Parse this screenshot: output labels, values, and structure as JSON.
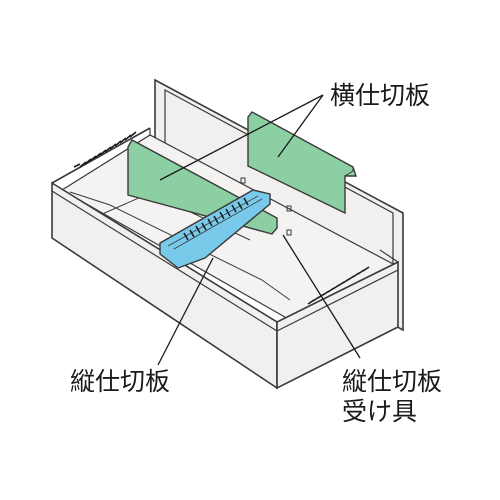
{
  "labels": {
    "horizontal_divider": "横仕切板",
    "vertical_divider": "縦仕切板",
    "vertical_divider_holder_line1": "縦仕切板",
    "vertical_divider_holder_line2": "受け具"
  },
  "colors": {
    "outline": "#3a3a3a",
    "drawer_face": "#f2f0ef",
    "drawer_inside": "#f5f3f2",
    "horizontal_divider_fill": "#8ccfa2",
    "vertical_divider_fill": "#78c9ea",
    "leader_line": "#1a1a1a"
  }
}
